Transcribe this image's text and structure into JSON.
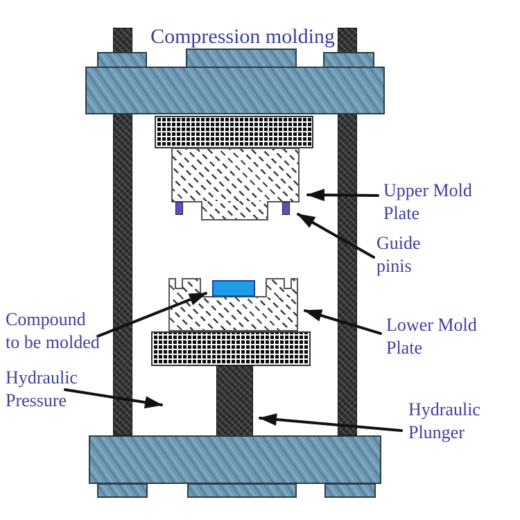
{
  "title": "Compression molding",
  "labels": {
    "upper_mold_plate": {
      "line1": "Upper Mold",
      "line2": "Plate"
    },
    "guide_pins": {
      "line1": "Guide",
      "line2": "pinis"
    },
    "lower_mold_plate": {
      "line1": "Lower Mold",
      "line2": "Plate"
    },
    "compound": {
      "line1": "Compound",
      "line2": "to be molded"
    },
    "hydraulic_pressure": {
      "line1": "Hydraulic",
      "line2": "Pressure"
    },
    "hydraulic_plunger": {
      "line1": "Hydraulic",
      "line2": "Plunger"
    }
  },
  "colors": {
    "title_text": "#3d3c9e",
    "label_text": "#413f9e",
    "steel_blue": "#6e9ab5",
    "dark_steel": "#333333",
    "compound_blue": "#1e9ce4",
    "guide_pin_purple": "#5b50c0",
    "arrow_black": "#111111"
  }
}
